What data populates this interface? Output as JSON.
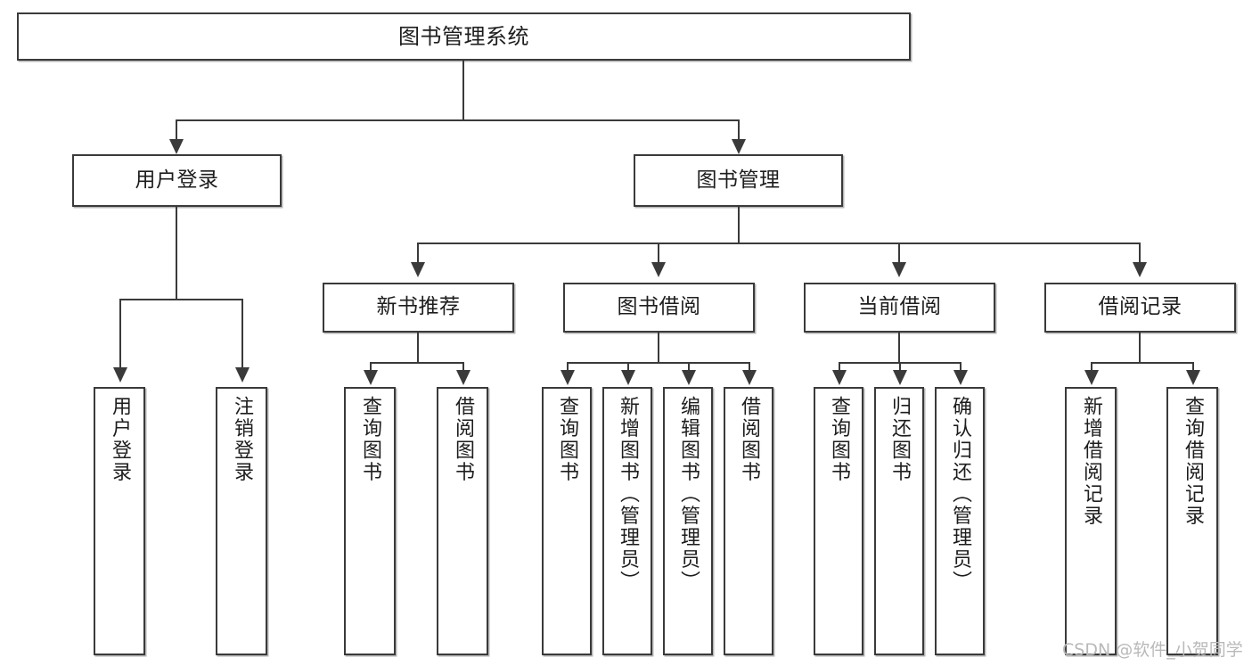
{
  "diagram": {
    "title": "图书管理系统",
    "root": {
      "id": "root",
      "label": "图书管理系统"
    },
    "level1": [
      {
        "id": "user-login",
        "label": "用户登录"
      },
      {
        "id": "book-manage",
        "label": "图书管理"
      }
    ],
    "level2": [
      {
        "id": "new-book-rec",
        "label": "新书推荐"
      },
      {
        "id": "book-borrow",
        "label": "图书借阅"
      },
      {
        "id": "current-borrow",
        "label": "当前借阅"
      },
      {
        "id": "borrow-record",
        "label": "借阅记录"
      }
    ],
    "leaves": [
      {
        "id": "leaf-user-login",
        "label": "用户登录"
      },
      {
        "id": "leaf-logout-login",
        "label": "注销登录"
      },
      {
        "id": "leaf-query-book-1",
        "label": "查询图书"
      },
      {
        "id": "leaf-borrow-book-1",
        "label": "借阅图书"
      },
      {
        "id": "leaf-query-book-2",
        "label": "查询图书"
      },
      {
        "id": "leaf-add-book",
        "label": "新增图书（管理员）"
      },
      {
        "id": "leaf-edit-book",
        "label": "编辑图书（管理员）"
      },
      {
        "id": "leaf-borrow-book-2",
        "label": "借阅图书"
      },
      {
        "id": "leaf-query-book-3",
        "label": "查询图书"
      },
      {
        "id": "leaf-return-book",
        "label": "归还图书"
      },
      {
        "id": "leaf-confirm-return",
        "label": "确认归还（管理员）"
      },
      {
        "id": "leaf-add-record",
        "label": "新增借阅记录"
      },
      {
        "id": "leaf-query-record",
        "label": "查询借阅记录"
      }
    ],
    "watermark": "CSDN @软件_小贺同学",
    "colors": {
      "stroke": "#3a3a3a",
      "fill": "#ffffff",
      "text": "#1d1d1d",
      "watermark": "#b9b9b9"
    }
  }
}
